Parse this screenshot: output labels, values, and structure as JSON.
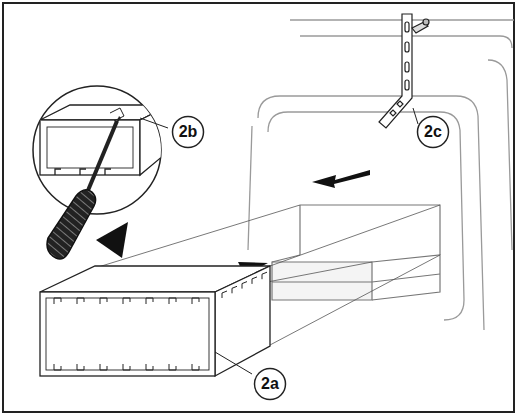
{
  "diagram": {
    "nodes": [
      {
        "text": [
          "2b"
        ]
      },
      {
        "text": [
          "2c"
        ]
      },
      {
        "text": [
          "2a"
        ]
      }
    ]
  }
}
